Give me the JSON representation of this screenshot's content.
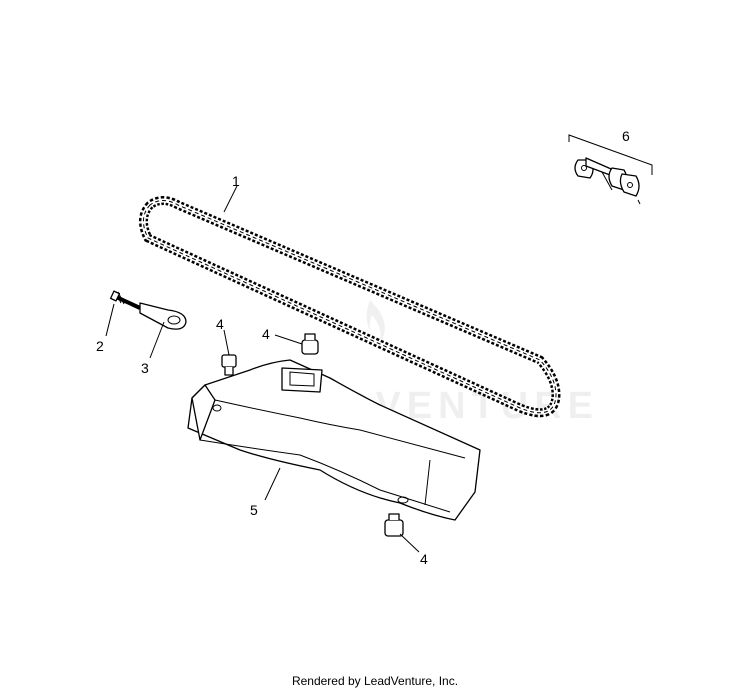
{
  "callouts": {
    "c1": "1",
    "c2": "2",
    "c3": "3",
    "c4a": "4",
    "c4b": "4",
    "c4c": "4",
    "c5": "5",
    "c6": "6"
  },
  "watermark": {
    "text": "LEADVENTURE"
  },
  "footer": {
    "text": "Rendered by LeadVenture, Inc."
  }
}
